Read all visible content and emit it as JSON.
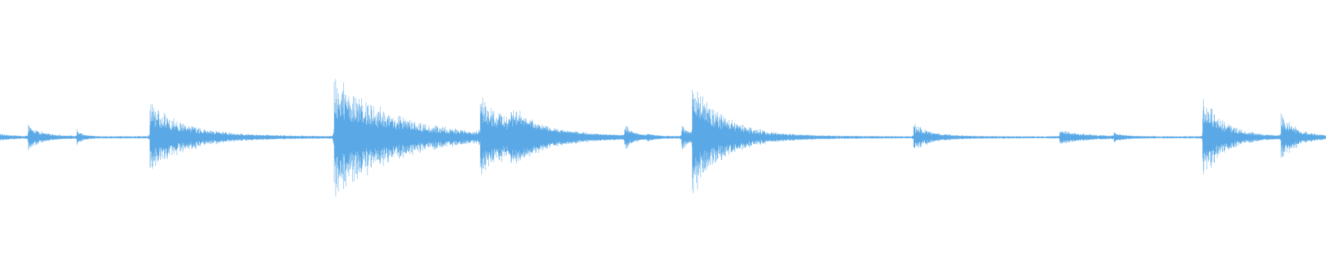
{
  "waveform": {
    "color": "#5aa9e6",
    "background": "#ffffff",
    "baseline_level": 0.006,
    "bursts": [
      {
        "t": 0.0,
        "peak": 0.02,
        "decay": 0.01
      },
      {
        "t": 0.021,
        "peak": 0.08,
        "decay": 0.012
      },
      {
        "t": 0.058,
        "peak": 0.05,
        "decay": 0.004
      },
      {
        "t": 0.113,
        "peak": 0.24,
        "decay": 0.028
      },
      {
        "t": 0.252,
        "peak": 0.41,
        "decay": 0.045
      },
      {
        "t": 0.362,
        "peak": 0.24,
        "decay": 0.03
      },
      {
        "t": 0.385,
        "peak": 0.1,
        "decay": 0.022
      },
      {
        "t": 0.471,
        "peak": 0.09,
        "decay": 0.006
      },
      {
        "t": 0.488,
        "peak": 0.02,
        "decay": 0.004
      },
      {
        "t": 0.514,
        "peak": 0.09,
        "decay": 0.006
      },
      {
        "t": 0.522,
        "peak": 0.37,
        "decay": 0.025
      },
      {
        "t": 0.689,
        "peak": 0.09,
        "decay": 0.014
      },
      {
        "t": 0.799,
        "peak": 0.05,
        "decay": 0.018
      },
      {
        "t": 0.84,
        "peak": 0.03,
        "decay": 0.006
      },
      {
        "t": 0.907,
        "peak": 0.3,
        "decay": 0.016
      },
      {
        "t": 0.966,
        "peak": 0.16,
        "decay": 0.012
      }
    ]
  }
}
